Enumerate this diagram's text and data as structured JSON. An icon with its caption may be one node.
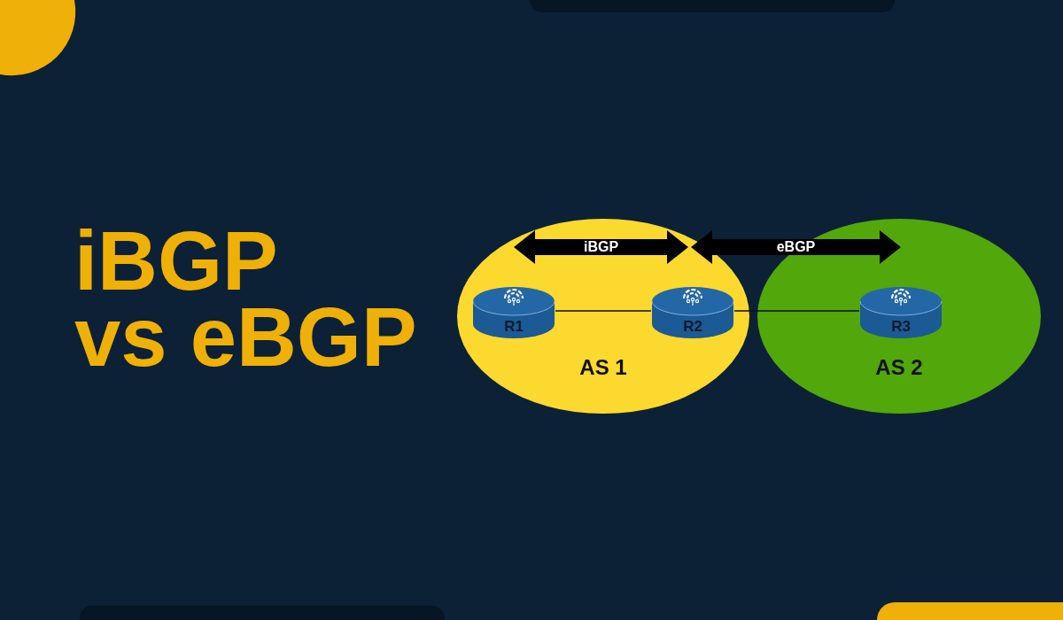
{
  "diagram": {
    "title": "iBGP vs eBGP",
    "nodes": [
      {
        "text": [
          "AS 1"
        ]
      },
      {
        "text": [
          "AS 2"
        ]
      },
      {
        "text": [
          "R1"
        ],
        "in": 0
      },
      {
        "text": [
          "R2"
        ],
        "in": 0
      },
      {
        "text": [
          "R3"
        ],
        "in": 1
      }
    ],
    "edges": [
      {
        "from": 2,
        "to": 3,
        "arrow": "none"
      },
      {
        "from": 3,
        "to": 4,
        "arrow": "none"
      }
    ],
    "labels": [
      "iBGP",
      "eBGP"
    ]
  }
}
